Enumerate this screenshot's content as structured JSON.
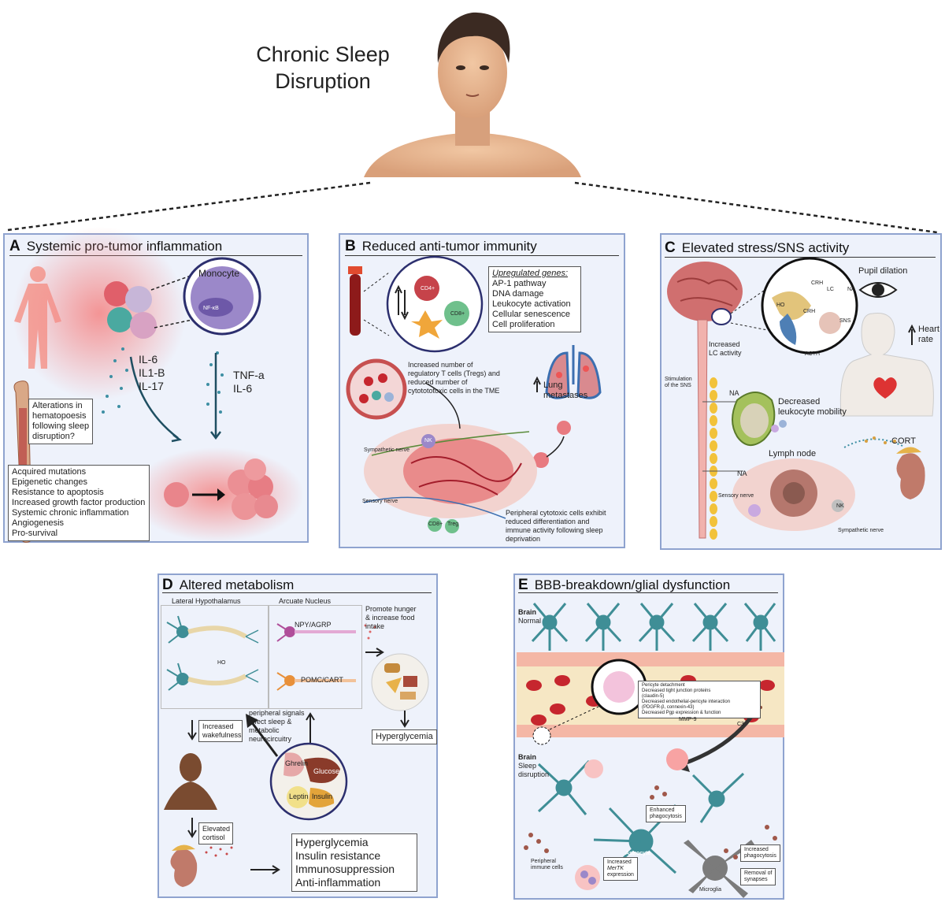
{
  "main_title": [
    "Chronic Sleep",
    "Disruption"
  ],
  "panels": {
    "A": {
      "letter": "A",
      "title": "Systemic pro-tumor inflammation",
      "monocyte": "Monocyte",
      "nfkb": "NF-κB",
      "cytokines1": [
        "IL-6",
        "IL1-B",
        "IL-17"
      ],
      "cytokines2": [
        "TNF-a",
        "IL-6"
      ],
      "hematopoesis": [
        "Alterations in",
        "hematopoesis",
        "following sleep",
        "disruption?"
      ],
      "effects": [
        "Acquired mutations",
        "Epigenetic changes",
        "Resistance to apoptosis",
        "Increased growth factor production",
        "Systemic chronic inflammation",
        "Angiogenesis",
        "Pro-survival"
      ]
    },
    "B": {
      "letter": "B",
      "title": "Reduced anti-tumor immunity",
      "genes_header": "Upregulated genes:",
      "genes": [
        "AP-1 pathway",
        "DNA damage",
        "Leukocyte activation",
        "Cellular senescence",
        "Cell proliferation"
      ],
      "cd4": "CD4+",
      "cd8": "CD8+",
      "tregs_note": [
        "Increased number of",
        "regulatory T cells (Tregs) and",
        "reduced number of",
        "cytotototoxic cells in the TME"
      ],
      "lung": [
        "Lung",
        "metastases"
      ],
      "nk": "NK",
      "treg": "Treg",
      "cd8b": "CD8+",
      "sympathetic": "Sympathetic nerve",
      "sensory": "Sensory nerve",
      "peripheral_note": [
        "Peripheral cytotoxic cells exhibit",
        "reduced differentiation and",
        "immune activity following sleep",
        "deprivation"
      ]
    },
    "C": {
      "letter": "C",
      "title": "Elevated stress/SNS activity",
      "pupil": "Pupil dilation",
      "heart": [
        "Heart",
        "rate"
      ],
      "ho": "HO",
      "crh1": "CRH",
      "crh2": "CRH",
      "lc": "LC",
      "na_small": "NA",
      "sns_small": "SNS",
      "acth": "ACTH",
      "lc_activity": [
        "Increased",
        "LC activity"
      ],
      "stimulation": [
        "Stimulation",
        "of the SNS"
      ],
      "na1": "NA",
      "na2": "NA",
      "leukocyte": [
        "Decreased",
        "leukocyte mobility"
      ],
      "lymph": "Lymph node",
      "cort": "CORT",
      "sensory": "Sensory nerve",
      "sympathetic": "Sympathetic nerve",
      "nk": "NK"
    },
    "D": {
      "letter": "D",
      "title": "Altered metabolism",
      "lateral": "Lateral Hypothalamus",
      "arcuate": "Arcuate Nucleus",
      "ho": "HO",
      "npy": "NPY/AGRP",
      "pomc": "POMC/CART",
      "hunger": [
        "Promote hunger",
        "& increase food",
        "intake"
      ],
      "wakefulness": [
        "Increased",
        "wakefulness"
      ],
      "peripheral": [
        "peripheral signals",
        "affect sleep &",
        "metabolic",
        "neurocircuitry"
      ],
      "ghrelin": "Ghrelin",
      "glucose": "Glucose",
      "leptin": "Leptin",
      "insulin": "Insulin",
      "hyperglycemia": "Hyperglycemia",
      "cortisol": [
        "Elevated",
        "cortisol"
      ],
      "outcomes": [
        "Hyperglycemia",
        "Insulin resistance",
        "Immunosuppression",
        "Anti-inflammation"
      ]
    },
    "E": {
      "letter": "E",
      "title": "BBB-breakdown/glial dysfunction",
      "brain_normal": [
        "Brain",
        "Normal"
      ],
      "pericyte": [
        "Pericyte detachment",
        "Decreased tight junction proteins",
        "(claudin-5)",
        "Decreased endothelial-pericyte interaction",
        "(PDGFR-β, connexin-43)",
        "Decreased Pgp expression & function"
      ],
      "mmp9": "MMP-9",
      "c3": "C3",
      "brain_sleep": [
        "Brain",
        "Sleep",
        "disruption"
      ],
      "enhanced": [
        "Enhanced",
        "phagocytosis"
      ],
      "astrocyte": "Astrocyte",
      "mertk": [
        "Increased",
        "MerTK",
        "expression"
      ],
      "peripheral_immune": [
        "Peripheral",
        "immune cells"
      ],
      "increased_phago": [
        "Increased",
        "phagocytosis"
      ],
      "microglia": "Microglia",
      "removal": [
        "Removal of",
        "synapses"
      ]
    }
  },
  "colors": {
    "panel_bg": "#eef2fb",
    "panel_border": "#8fa3cf",
    "astrocyte": "#3f8e96",
    "rbc": "#c6262e",
    "inflammation": "#f7a1a1",
    "skin": "#e6b48f"
  },
  "icons": [
    "person-head-icon",
    "body-icon",
    "bone-icon",
    "monocyte-icon",
    "blood-tube-icon",
    "lung-icon",
    "tumor-icon",
    "brain-icon",
    "eye-icon",
    "woman-icon",
    "heart-icon",
    "spinal-cord-icon",
    "lymph-node-icon",
    "kidney-icon",
    "neuron-icon",
    "stomach-icon",
    "liver-icon",
    "food-icon",
    "man-icon",
    "astrocyte-icon",
    "microglia-icon",
    "blood-vessel-icon"
  ]
}
